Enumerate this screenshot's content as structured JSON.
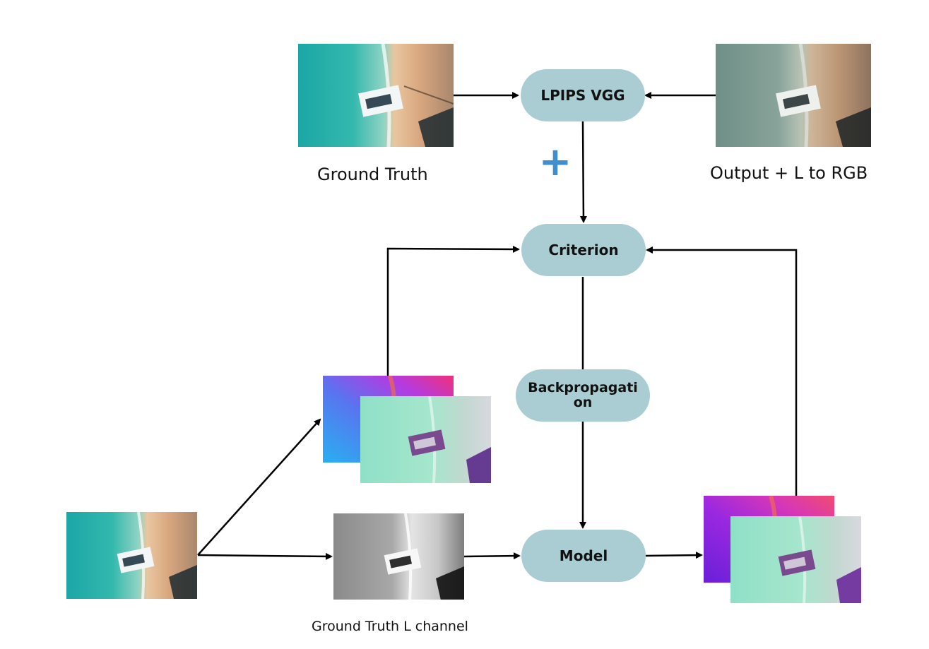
{
  "nodes": {
    "lpips": "LPIPS VGG",
    "criterion": "Criterion",
    "backprop": "Backpropagati on",
    "model": "Model"
  },
  "captions": {
    "ground_truth": "Ground Truth",
    "output_rgb": "Output + L to RGB",
    "gt_l_channel": "Ground Truth L channel"
  },
  "plus_symbol": "+",
  "colors": {
    "node_fill": "#a9cdd2",
    "plus": "#3e8ed0",
    "edge": "#000000"
  }
}
